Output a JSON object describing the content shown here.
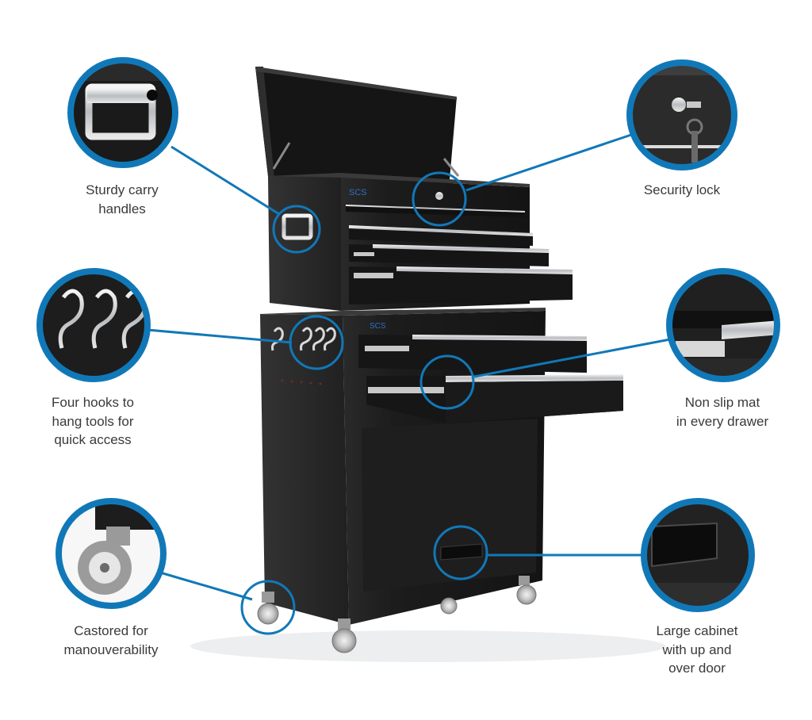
{
  "accent_color": "#1178b8",
  "cabinet_color": "#1d1d1d",
  "brand_logo": "SCS",
  "features": [
    {
      "id": "handles",
      "lines": [
        "Sturdy carry",
        "handles"
      ]
    },
    {
      "id": "lock",
      "lines": [
        "Security lock"
      ]
    },
    {
      "id": "hooks",
      "lines": [
        "Four hooks to",
        "hang tools for",
        "quick access"
      ]
    },
    {
      "id": "mat",
      "lines": [
        "Non slip mat",
        "in every drawer"
      ]
    },
    {
      "id": "castors",
      "lines": [
        "Castored for",
        "manouverability"
      ]
    },
    {
      "id": "cabinet",
      "lines": [
        "Large cabinet",
        "with up and",
        "over door"
      ]
    }
  ]
}
